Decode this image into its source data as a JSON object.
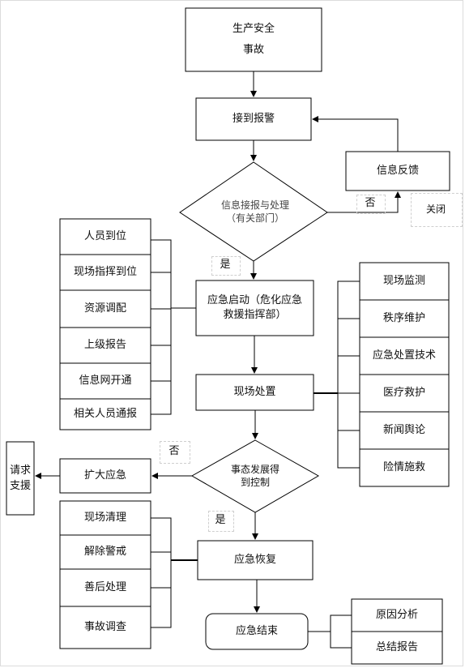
{
  "nodes": {
    "accident_line1": "生产安全",
    "accident_line2": "事故",
    "receive_alarm": "接到报警",
    "info_feedback": "信息反馈",
    "decision_report": "信息接报与处理（有关部门）",
    "close": "关闭",
    "no_1": "否",
    "yes_1": "是",
    "emergency_start": "应急启动（危化应急救援指挥部）",
    "onsite_disposal": "现场处置",
    "decision_control": "事态发展得到控制",
    "no_2": "否",
    "yes_2": "是",
    "expand_response": "扩大应急",
    "request_support": "请求支援",
    "emergency_recovery": "应急恢复",
    "emergency_end": "应急结束"
  },
  "left_group_1": [
    "人员到位",
    "现场指挥到位",
    "资源调配",
    "上级报告",
    "信息网开通",
    "相关人员通报"
  ],
  "right_group": [
    "现场监测",
    "秩序维护",
    "应急处置技术",
    "医疗救护",
    "新闻舆论",
    "险情施救"
  ],
  "left_group_2": [
    "现场清理",
    "解除警戒",
    "善后处理",
    "事故调查"
  ],
  "end_group": [
    "原因分析",
    "总结报告"
  ]
}
